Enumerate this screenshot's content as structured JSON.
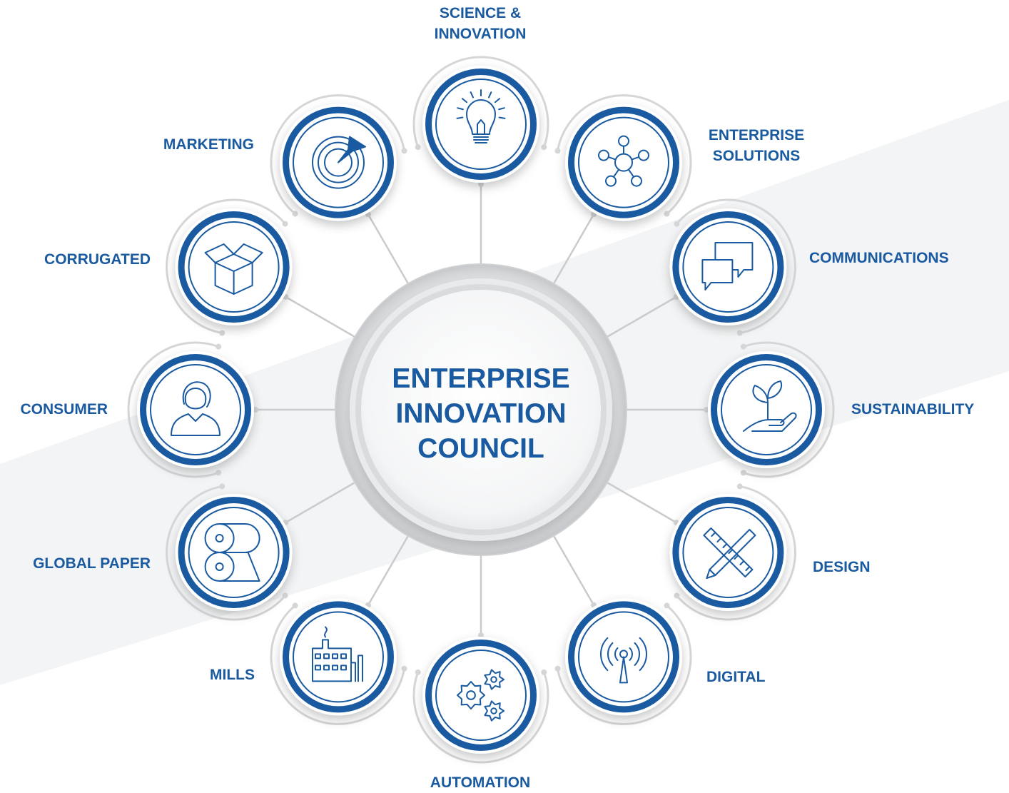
{
  "diagram": {
    "center": {
      "title": "ENTERPRISE\nINNOVATION\nCOUNCIL"
    },
    "nodes": [
      {
        "label": "SCIENCE &\nINNOVATION",
        "icon": "lightbulb-icon"
      },
      {
        "label": "ENTERPRISE\nSOLUTIONS",
        "icon": "network-hub-icon"
      },
      {
        "label": "COMMUNICATIONS",
        "icon": "chat-bubbles-icon"
      },
      {
        "label": "SUSTAINABILITY",
        "icon": "hand-sprout-icon"
      },
      {
        "label": "DESIGN",
        "icon": "pencil-ruler-icon"
      },
      {
        "label": "DIGITAL",
        "icon": "antenna-signal-icon"
      },
      {
        "label": "AUTOMATION",
        "icon": "gears-icon"
      },
      {
        "label": "MILLS",
        "icon": "factory-icon"
      },
      {
        "label": "GLOBAL PAPER",
        "icon": "paper-rolls-icon"
      },
      {
        "label": "CONSUMER",
        "icon": "person-icon"
      },
      {
        "label": "CORRUGATED",
        "icon": "open-box-icon"
      },
      {
        "label": "MARKETING",
        "icon": "target-icon"
      }
    ],
    "colors": {
      "primary": "#1a5aa0",
      "connector": "#c9cbcd",
      "ring": "#d4d6d8"
    }
  }
}
